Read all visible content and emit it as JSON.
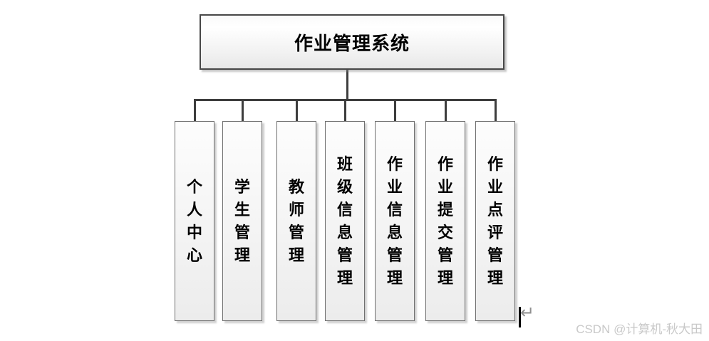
{
  "diagram": {
    "title": "作业管理系统",
    "root": {
      "label": "作业管理系统"
    },
    "children": [
      {
        "label": "个人中心"
      },
      {
        "label": "学生管理"
      },
      {
        "label": "教师管理"
      },
      {
        "label": "班级信息管理"
      },
      {
        "label": "作业信息管理"
      },
      {
        "label": "作业提交管理"
      },
      {
        "label": "作业点评管理"
      }
    ],
    "colors": {
      "connector": "#3d3d3d",
      "root_border": "#474747",
      "node_border": "#6f6f6f",
      "box_fill_top": "#ffffff",
      "box_fill_bottom": "#e8e8e8",
      "shadow": "#8c8c8c"
    }
  },
  "editor": {
    "return_mark": "↵"
  },
  "watermark": {
    "text": "CSDN @计算机-秋大田",
    "color": "#c9c9c9"
  }
}
